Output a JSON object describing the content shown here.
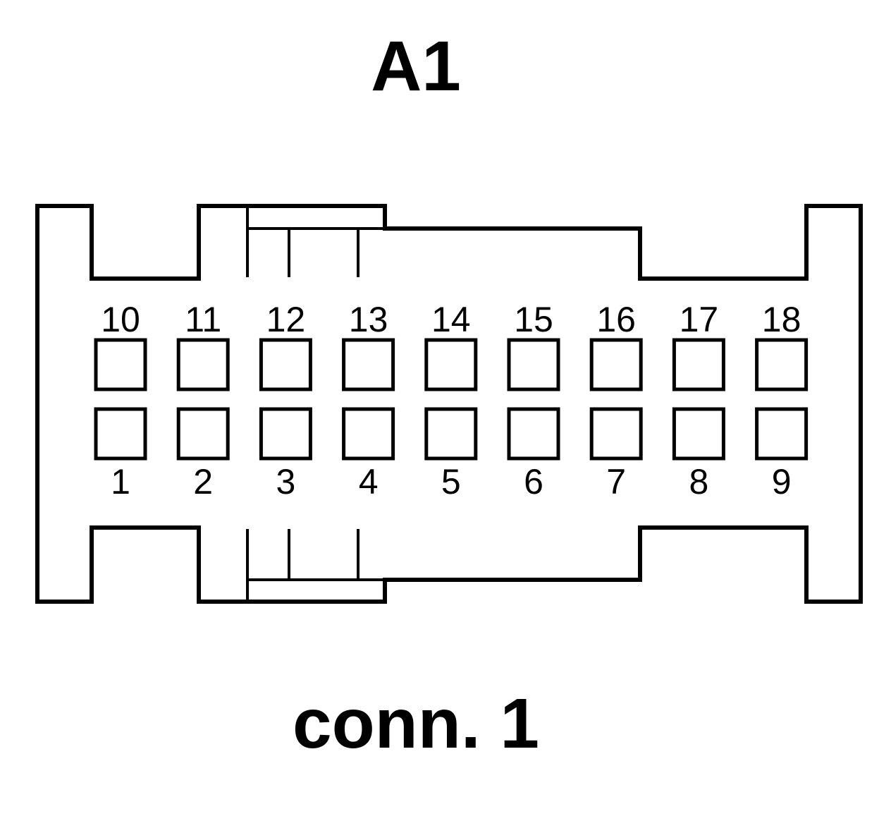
{
  "connector": {
    "id_label": "A1",
    "caption": "conn. 1"
  },
  "pins": {
    "top_row": [
      "10",
      "11",
      "12",
      "13",
      "14",
      "15",
      "16",
      "17",
      "18"
    ],
    "bottom_row": [
      "1",
      "2",
      "3",
      "4",
      "5",
      "6",
      "7",
      "8",
      "9"
    ]
  },
  "colors": {
    "stroke": "#000000",
    "background": "#ffffff"
  }
}
